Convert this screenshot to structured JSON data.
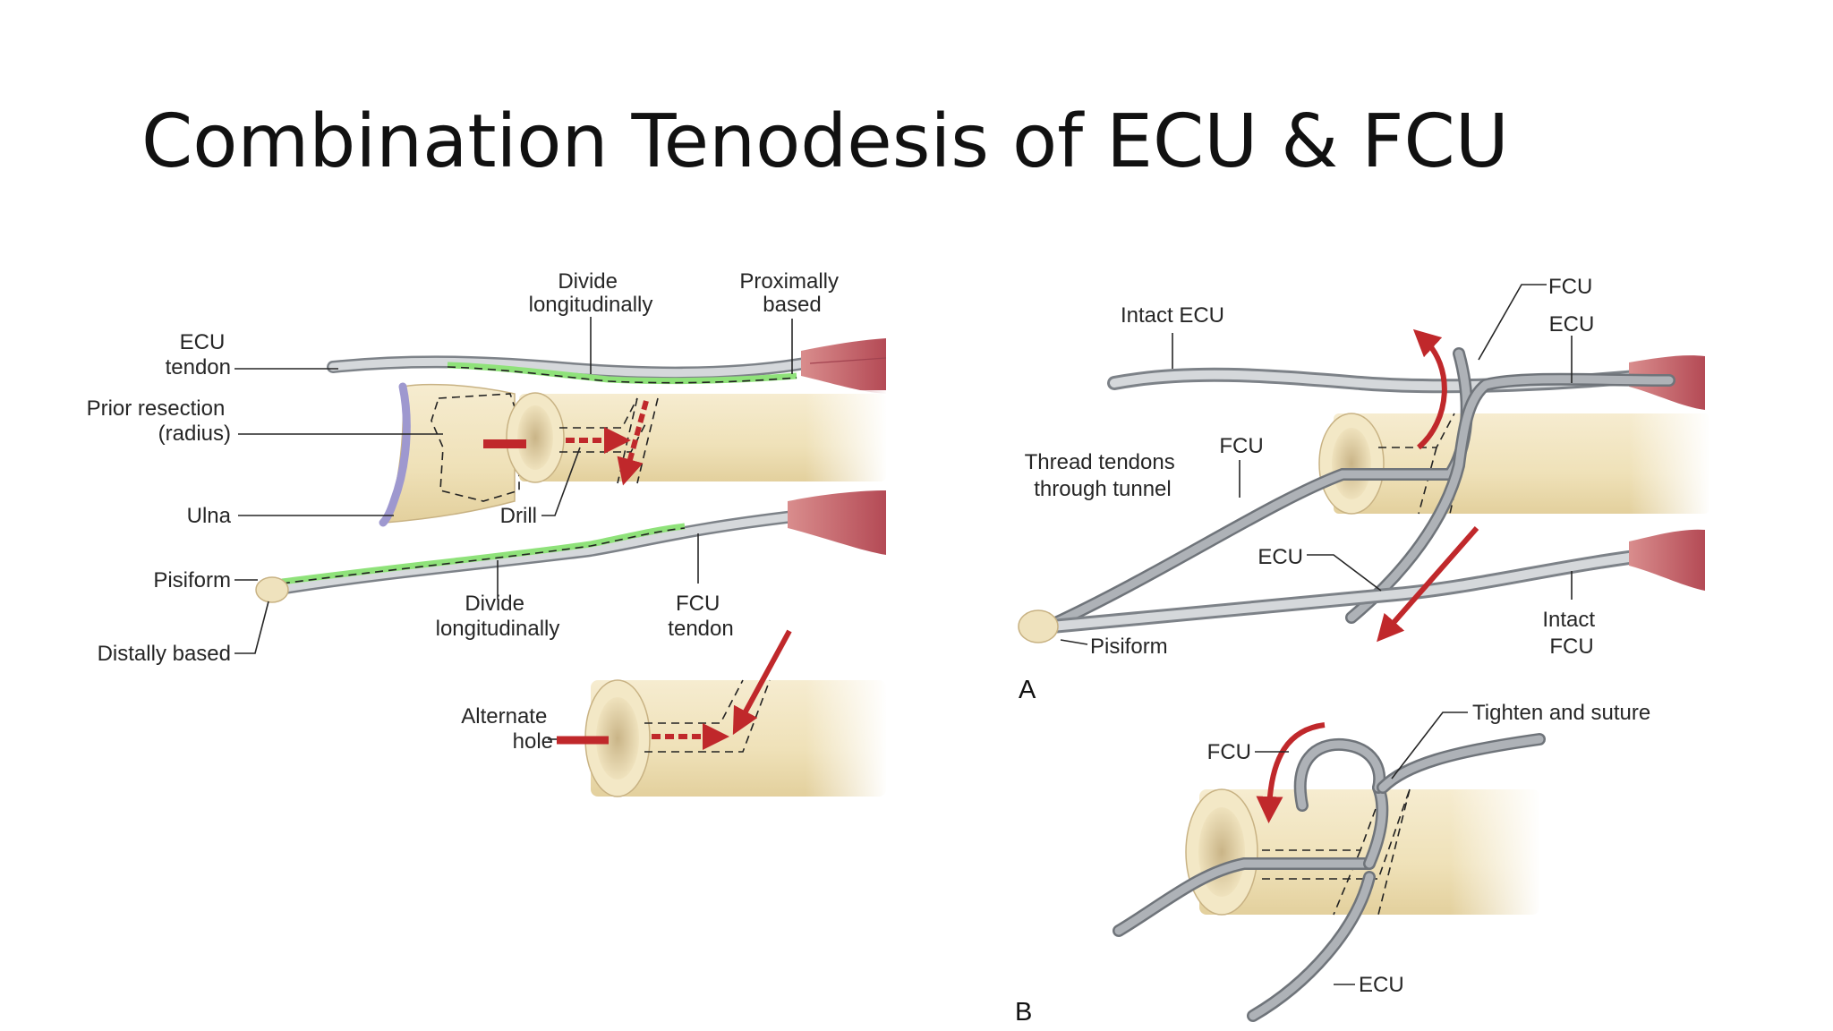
{
  "title": "Combination Tenodesis of ECU & FCU",
  "left_figure": {
    "labels": {
      "ecu_tendon": [
        "ECU",
        "tendon"
      ],
      "prior_resection": [
        "Prior resection",
        "(radius)"
      ],
      "ulna": "Ulna",
      "pisiform": "Pisiform",
      "distally_based": "Distally based",
      "divide_top": [
        "Divide",
        "longitudinally"
      ],
      "proximally_based": [
        "Proximally",
        "based"
      ],
      "drill": "Drill",
      "divide_bottom": [
        "Divide",
        "longitudinally"
      ],
      "fcu_tendon": [
        "FCU",
        "tendon"
      ],
      "alternate_hole": [
        "Alternate",
        "hole"
      ]
    }
  },
  "panel_a": {
    "letter": "A",
    "labels": {
      "intact_ecu": "Intact ECU",
      "fcu_top": "FCU",
      "ecu_top": "ECU",
      "thread": [
        "Thread tendons",
        "through tunnel"
      ],
      "fcu_mid": "FCU",
      "ecu_mid": "ECU",
      "pisiform": "Pisiform",
      "intact_fcu": [
        "Intact",
        "FCU"
      ]
    }
  },
  "panel_b": {
    "letter": "B",
    "labels": {
      "fcu": "FCU",
      "tighten": "Tighten and suture",
      "ecu": "ECU"
    }
  },
  "colors": {
    "bone": "#f2e6c2",
    "tendon": "#a9aeb4",
    "muscle": "#c0606a",
    "arrow": "#c0282b",
    "split": "#8fe27a",
    "cartilage": "#b6b0de"
  }
}
